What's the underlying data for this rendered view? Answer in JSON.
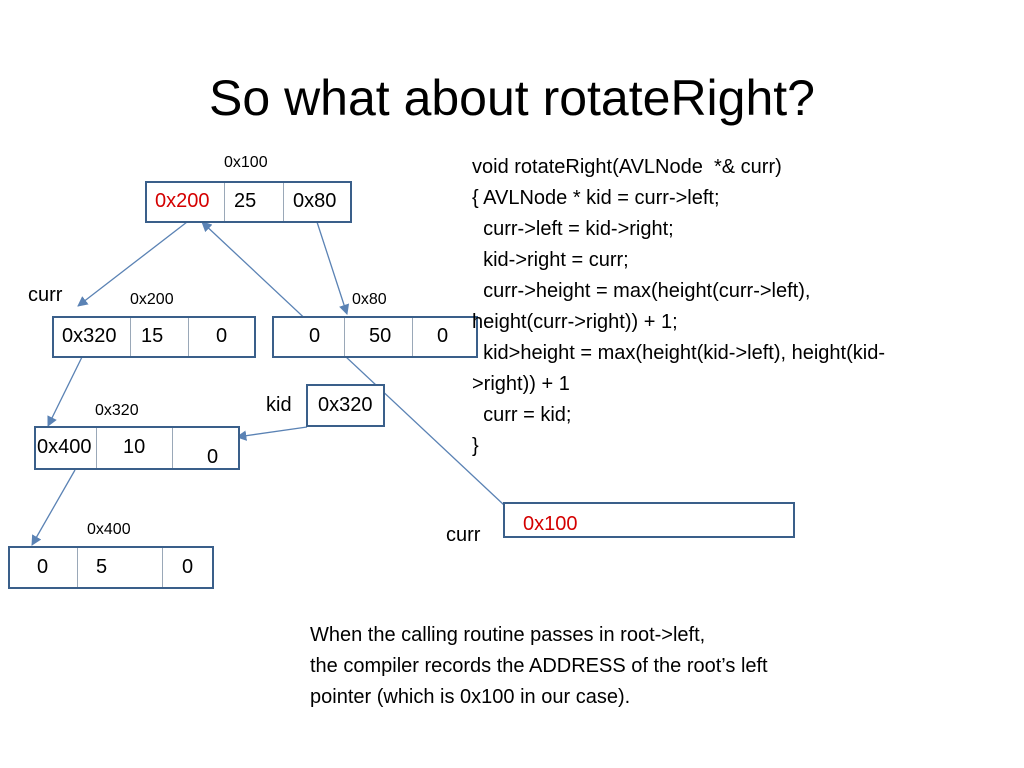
{
  "title": "So what about rotateRight?",
  "colors": {
    "pointer_highlight": "#d40000",
    "box_border": "#3a5f8a",
    "arrow": "#5a82b4"
  },
  "nodes": {
    "n100": {
      "address": "0x100",
      "left": "0x200",
      "value": "25",
      "right": "0x80"
    },
    "n200": {
      "address": "0x200",
      "left": "0x320",
      "value": "15",
      "right": "0"
    },
    "n80": {
      "address": "0x80",
      "left": "0",
      "value": "50",
      "right": "0"
    },
    "n320": {
      "address": "0x320",
      "left": "0x400",
      "value": "10",
      "right": "0"
    },
    "n400": {
      "address": "0x400",
      "left": "0",
      "value": "5",
      "right": "0"
    }
  },
  "curr_label_top": "curr",
  "kid": {
    "label": "kid",
    "value": "0x320"
  },
  "curr_var": {
    "label": "curr",
    "value": "0x100"
  },
  "code_lines": [
    "void rotateRight(AVLNode  *& curr)",
    "{ AVLNode * kid = curr->left;",
    "  curr->left = kid->right;",
    "  kid->right = curr;",
    "  curr->height = max(height(curr->left),",
    "height(curr->right)) + 1;",
    "  kid>height = max(height(kid->left), height(kid-",
    ">right)) + 1",
    "  curr = kid;",
    "}"
  ],
  "note_lines": [
    "When the calling routine passes in root->left,",
    "the compiler records the ADDRESS of the root’s left",
    "pointer (which is 0x100 in our case)."
  ]
}
